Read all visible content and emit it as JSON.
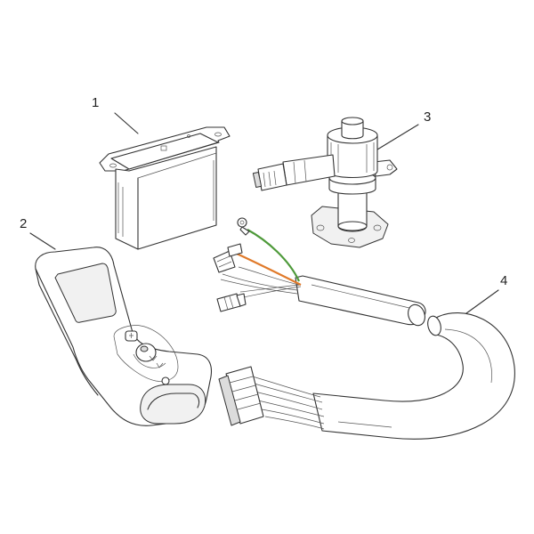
{
  "callouts": {
    "c1": "1",
    "c2": "2",
    "c3": "3",
    "c4": "4"
  },
  "colors": {
    "wire_green": "#4e9a3a",
    "wire_orange": "#e07a2a",
    "line": "#333333"
  },
  "parts": [
    "receiver-box-icon",
    "remote-control-icon",
    "valve-motor-icon",
    "wiring-harness-icon"
  ]
}
